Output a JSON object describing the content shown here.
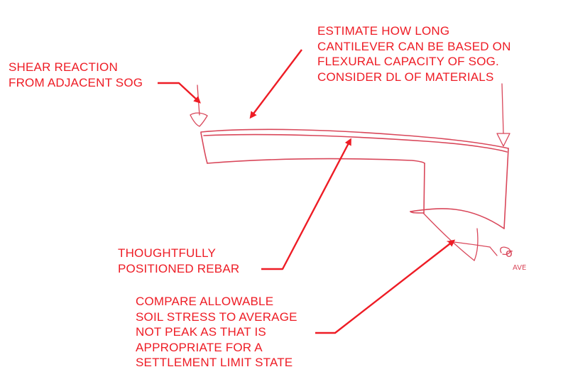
{
  "colors": {
    "annotation": "#ee1c25",
    "sketch": "#d9475a"
  },
  "notes": {
    "shear_reaction": [
      "SHEAR REACTION",
      "FROM ADJACENT SOG"
    ],
    "estimate_cantilever": [
      "ESTIMATE HOW LONG",
      "CANTILEVER CAN BE BASED ON",
      "FLEXURAL CAPACITY OF SOG.",
      "CONSIDER DL OF MATERIALS"
    ],
    "rebar": [
      "THOUGHTFULLY",
      "POSITIONED REBAR"
    ],
    "soil_stress": [
      "COMPARE ALLOWABLE",
      "SOIL STRESS TO AVERAGE",
      "NOT PEAK AS THAT IS",
      "APPROPRIATE FOR A",
      "SETTLEMENT LIMIT STATE"
    ]
  },
  "sketch_labels": {
    "sigma": "σ",
    "ave": "AVE"
  },
  "icons": [
    "arrow-right-down-icon",
    "arrow-left-down-icon",
    "arrow-up-right-icon",
    "arrow-down-icon"
  ]
}
